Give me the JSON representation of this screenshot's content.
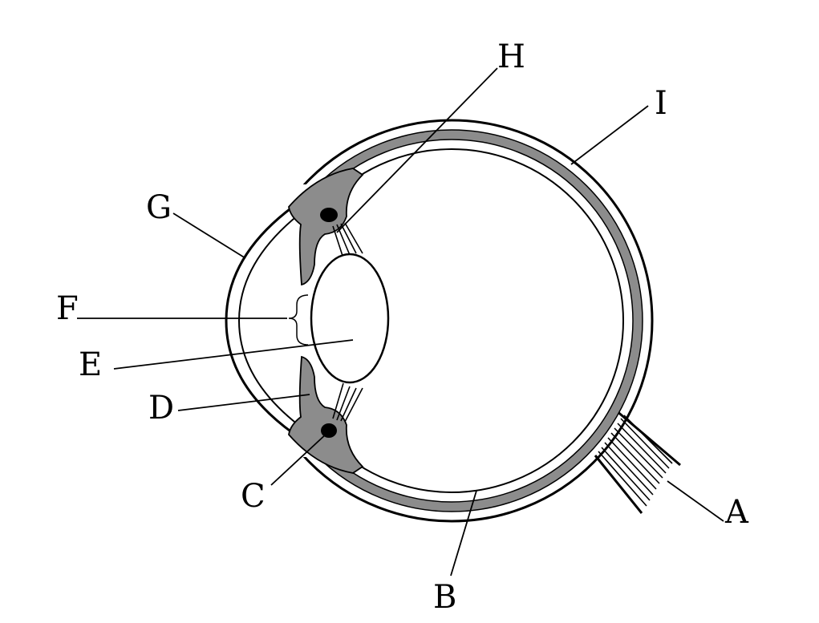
{
  "labels": {
    "A": "A",
    "B": "B",
    "C": "C",
    "D": "D",
    "E": "E",
    "F": "F",
    "G": "G",
    "H": "H",
    "I": "I"
  },
  "colors": {
    "choroid_layer": "#8c8c8c",
    "outline": "#000000",
    "background": "#ffffff"
  }
}
